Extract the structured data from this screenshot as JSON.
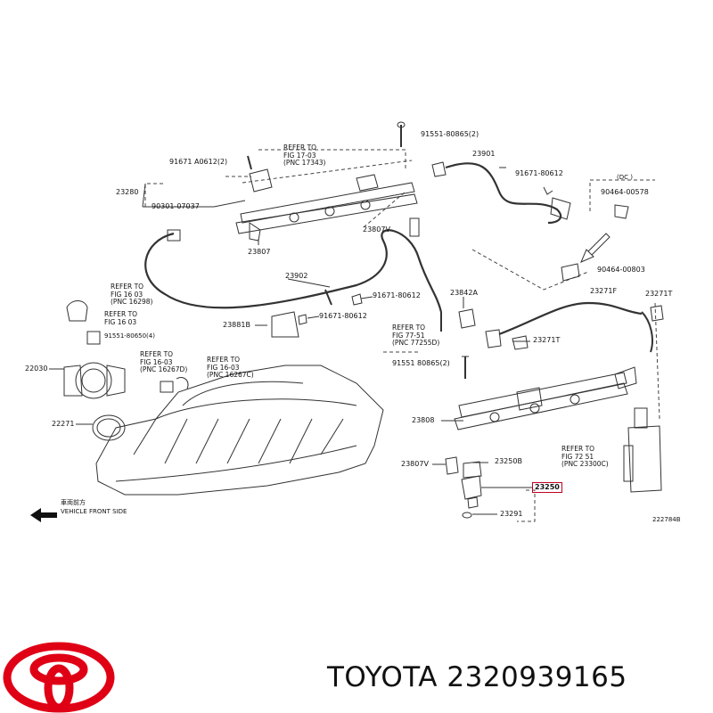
{
  "diagram": {
    "part_labels": [
      {
        "id": "23901",
        "text": "23901"
      },
      {
        "id": "91551-80865-2",
        "text": "91551-80865(2)"
      },
      {
        "id": "91671-80612-top",
        "text": "91671-80612"
      },
      {
        "id": "91671-a0612",
        "text": "91671  A0612(2)"
      },
      {
        "id": "23280",
        "text": "23280"
      },
      {
        "id": "90301-07037",
        "text": "90301-07037"
      },
      {
        "id": "23807-left",
        "text": "23807"
      },
      {
        "id": "23807v-top",
        "text": "23807V"
      },
      {
        "id": "90464-00578",
        "text": "90464-00578"
      },
      {
        "id": "90464-00803",
        "text": "90464-00803"
      },
      {
        "id": "23902",
        "text": "23902"
      },
      {
        "id": "91671-80612-mid",
        "text": "91671-80612"
      },
      {
        "id": "91671-80612-low",
        "text": "91671-80612"
      },
      {
        "id": "23881b",
        "text": "23881B"
      },
      {
        "id": "23842a",
        "text": "23842A"
      },
      {
        "id": "23271f",
        "text": "23271F"
      },
      {
        "id": "23271t-right",
        "text": "23271T"
      },
      {
        "id": "23271t-mid",
        "text": "23271T"
      },
      {
        "id": "91551-80650",
        "text": "91551-80650(4)"
      },
      {
        "id": "22030",
        "text": "22030"
      },
      {
        "id": "22271",
        "text": "22271"
      },
      {
        "id": "91551-80865",
        "text": "91551  80865(2)"
      },
      {
        "id": "23808",
        "text": "23808"
      },
      {
        "id": "23807v-low",
        "text": "23807V"
      },
      {
        "id": "23250b",
        "text": "23250B"
      },
      {
        "id": "23250",
        "text": "23250"
      },
      {
        "id": "23291",
        "text": "23291"
      }
    ],
    "refer_notes": {
      "fig17": [
        "REFER TO",
        "FIG 17-03",
        "(PNC 17343)"
      ],
      "fig16a": [
        "REFER TO",
        "FIG 16 03",
        "(PNC 16298)"
      ],
      "fig16b": [
        "REFER TO",
        "FIG 16 03"
      ],
      "fig16c": [
        "REFER TO",
        "FIG 16-03",
        "(PNC 16267D)"
      ],
      "fig16d": [
        "REFER TO",
        "FIG 16-03",
        "(PNC 16267C)"
      ],
      "fig77": [
        "REFER TO",
        "FIG 77-51",
        "(PNC 77255D)"
      ],
      "fig72": [
        "REFER TO",
        "FIG 72 51",
        "(PNC 23300C)"
      ]
    },
    "dc_note": "(DC )",
    "vehicle_front_jp": "車両前方",
    "vehicle_front": "VEHICLE FRONT SIDE",
    "figure_code": "222784B",
    "highlight_color": "#c00020"
  },
  "brand": {
    "name": "TOYOTA",
    "part_number": "2320939165",
    "caption": "TOYOTA 2320939165",
    "logo_color": "#e00015"
  }
}
